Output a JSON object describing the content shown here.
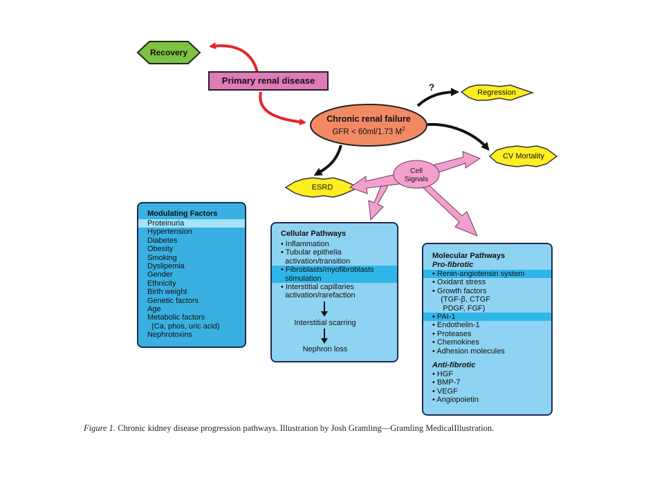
{
  "nodes": {
    "recovery": "Recovery",
    "primary": "Primary renal disease",
    "crf_title": "Chronic renal failure",
    "crf_gfr": "GFR < 60ml/1.73 M",
    "crf_sup": "2",
    "regression": "Regression",
    "question_mark": "?",
    "cv_mortality": "CV Mortality",
    "esrd": "ESRD",
    "cell_signals_1": "Cell",
    "cell_signals_2": "Signals"
  },
  "modulating": {
    "title": "Modulating Factors",
    "items": [
      "Proteinuria",
      "Hypertension",
      "Diabetes",
      "Obesity",
      "Smoking",
      "Dyslipemia",
      "Gender",
      "Ethnicity",
      "Birth weight",
      "Genetic factors",
      "Age",
      "Metabolic factors",
      "  (Ca, phos, uric acid)",
      "Nephrotoxins"
    ]
  },
  "cellular": {
    "title": "Cellular Pathways",
    "items": [
      "• Inflammation",
      "• Tubular epithelia",
      "  activation/transition",
      "• Fibroblasts/myofibroblasts",
      "  stimulation",
      "• Interstitial capillaries",
      "  activation/rarefaction"
    ],
    "step1": "Interstitial scarring",
    "step2": "Nephron loss"
  },
  "molecular": {
    "title": "Molecular Pathways",
    "profibrotic_label": "Pro-fibrotic",
    "profibrotic": [
      "• Renin-angiotensin system",
      "• Oxidant stress",
      "• Growth factors",
      "    (TGF-β, CTGF",
      "     PDGF, FGF)",
      "• PAI-1",
      "• Endothelin-1",
      "• Proteases",
      "• Chemokines",
      "• Adhesion molecules"
    ],
    "antifibrotic_label": "Anti-fibrotic",
    "antifibrotic": [
      "• HGF",
      "• BMP-7",
      "• VEGF",
      "• Angiopoietin"
    ]
  },
  "caption": {
    "lead": "Figure 1.",
    "text": " Chronic kidney disease progression pathways. Illustration by Josh Gramling—Gramling MedicalIllustration."
  },
  "colors": {
    "recovery_fill": "#7dc242",
    "primary_fill": "#e07ab8",
    "crf_fill": "#f28a63",
    "star_fill": "#ffee22",
    "red_arrow": "#e3242b",
    "pink_arrow": "#f4a0cf",
    "box_dark": "#3ab0e2",
    "box_light": "#8fd3f2"
  }
}
